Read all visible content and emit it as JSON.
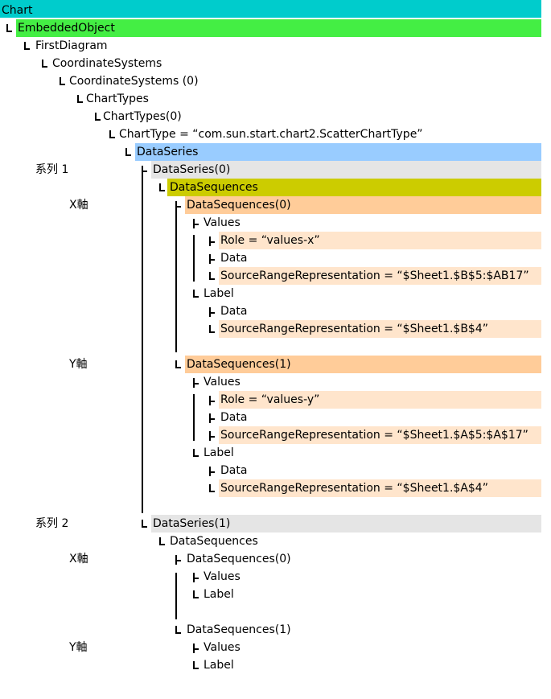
{
  "colors": {
    "chart": "#00cccc",
    "embedded": "#44ee44",
    "dataseries": "#99ccff",
    "series_item": "#e5e5e5",
    "datasequences": "#cccc00",
    "sequence": "#ffcc99",
    "property": "#ffe5cc"
  },
  "tree": {
    "chart": "Chart",
    "embedded_object": "EmbeddedObject",
    "first_diagram": "FirstDiagram",
    "coordinate_systems": "CoordinateSystems",
    "coordinate_systems_0": "CoordinateSystems (0)",
    "chart_types": "ChartTypes",
    "chart_types_0": "ChartTypes(0)",
    "chart_type": "ChartType = “com.sun.start.chart2.ScatterChartType”",
    "data_series": "DataSeries",
    "series1": {
      "side_label": "系列 1",
      "node": "DataSeries(0)",
      "sequences": "DataSequences",
      "x": {
        "side_label": "X軸",
        "node": "DataSequences(0)",
        "values": "Values",
        "role": "Role = “values-x”",
        "data": "Data",
        "source_values": "SourceRangeRepresentation = “$Sheet1.$B$5:$AB17”",
        "label": "Label",
        "label_data": "Data",
        "source_label": "SourceRangeRepresentation = “$Sheet1.$B$4”"
      },
      "y": {
        "side_label": "Y軸",
        "node": "DataSequences(1)",
        "values": "Values",
        "role": "Role = “values-y”",
        "data": "Data",
        "source_values": "SourceRangeRepresentation = “$Sheet1.$A$5:$A$17”",
        "label": "Label",
        "label_data": "Data",
        "source_label": "SourceRangeRepresentation = “$Sheet1.$A$4”"
      }
    },
    "series2": {
      "side_label": "系列 2",
      "node": "DataSeries(1)",
      "sequences": "DataSequences",
      "x": {
        "side_label": "X軸",
        "node": "DataSequences(0)",
        "values": "Values",
        "label": "Label"
      },
      "y": {
        "side_label": "Y軸",
        "node": "DataSequences(1)",
        "values": "Values",
        "label": "Label"
      }
    }
  }
}
